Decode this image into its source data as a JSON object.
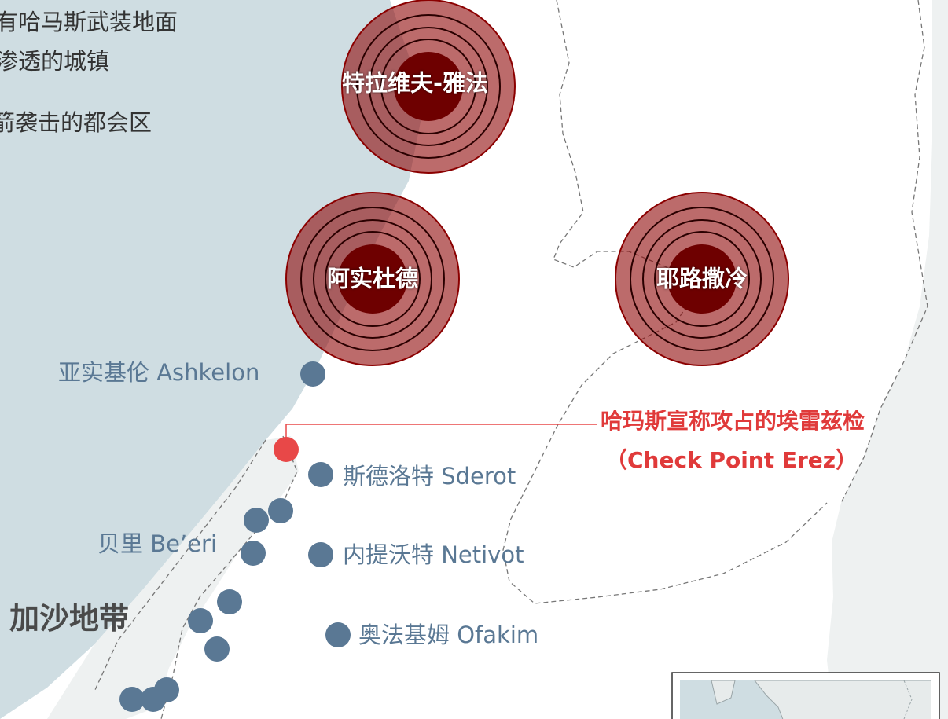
{
  "colors": {
    "sea": "#cfdde2",
    "land": "#ffffff",
    "neighbor_land": "#eef1f1",
    "border": "#777777",
    "town_dot": "#5a7894",
    "target_ring": "#8b0000",
    "target_core": "#6e0000",
    "erez": "#e84848"
  },
  "legend": {
    "line1": "有哈马斯武装地面",
    "line2": "渗透的城镇",
    "line3": "箭袭击的都会区"
  },
  "targets": [
    {
      "name": "特拉维夫-雅法"
    },
    {
      "name": "阿实杜德"
    },
    {
      "name": "耶路撒冷"
    }
  ],
  "towns": {
    "ashkelon": "亚实基伦 Ashkelon",
    "sderot": "斯德洛特 Sderot",
    "beeri": "贝里 Be’eri",
    "netivot": "内提沃特 Netivot",
    "ofakim": "奥法基姆 Ofakim"
  },
  "gaza_label": "加沙地带",
  "erez": {
    "line1": "哈玛斯宣称攻占的埃雷兹检",
    "line2": "（Check Point Erez）"
  }
}
